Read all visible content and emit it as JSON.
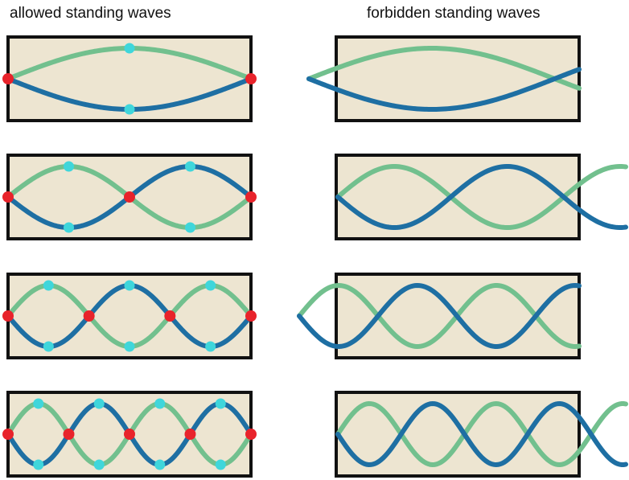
{
  "headings": {
    "allowed": "allowed standing waves",
    "forbidden": "forbidden standing waves"
  },
  "colors": {
    "box_fill": "#ede5d1",
    "box_stroke": "#111111",
    "wave_green": "#72c08e",
    "wave_blue": "#1e6fa3",
    "node": "#e8232b",
    "antinode": "#3fd6db"
  },
  "allowed_panels": [
    {
      "half_wavelengths": 1
    },
    {
      "half_wavelengths": 2
    },
    {
      "half_wavelengths": 3
    },
    {
      "half_wavelengths": 4
    }
  ],
  "forbidden_panels": [
    {
      "half_wavelengths": 1.1
    },
    {
      "half_wavelengths": 2.55
    },
    {
      "half_wavelengths": 3.55
    },
    {
      "half_wavelengths": 4.55
    }
  ]
}
